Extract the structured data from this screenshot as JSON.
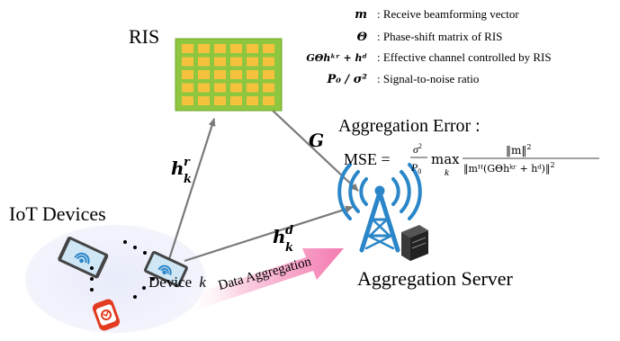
{
  "ris_label": "RIS",
  "iot_label": "IoT Devices",
  "server_label": "Aggregation Server",
  "aggregation_error_label": "Aggregation Error :",
  "device_label": "Device",
  "device_index": "k",
  "data_aggregation_label": "Data Aggregation",
  "channels": {
    "ris_to_server": "G",
    "device_to_ris_base": "h",
    "device_to_ris_sup": "r",
    "device_to_ris_sub": "k",
    "device_to_server_base": "h",
    "device_to_server_sup": "d",
    "device_to_server_sub": "k"
  },
  "mse": {
    "lhs": "MSE =",
    "sigma": "σ",
    "p0": "P",
    "max": "max",
    "max_sub": "k",
    "numerator": "‖m‖",
    "denominator": "‖mᴴ(GΘhᵏʳ + hᵈ)‖"
  },
  "legend": [
    {
      "symbol": "m",
      "description": ": Receive beamforming vector"
    },
    {
      "symbol": "Θ",
      "description": ": Phase-shift matrix of RIS"
    },
    {
      "symbol": "GΘhᵏʳ + hᵈ",
      "description": ": Effective channel controlled by RIS"
    },
    {
      "symbol": "P₀ / σ²",
      "description": ": Signal-to-noise ratio"
    }
  ],
  "colors": {
    "ris_panel": "#8ec63f",
    "ris_element": "#f6c23e",
    "arrow": "#7a7a7a",
    "aggregation_arrow": "#f47ab0",
    "tower": "#2a86c8",
    "cloud": "#eef0fb",
    "watch": "#e23b1f"
  },
  "icons": [
    "ris-panel-icon",
    "tablet-icon",
    "smartwatch-icon",
    "tower-icon",
    "server-icon",
    "wifi-icon"
  ]
}
